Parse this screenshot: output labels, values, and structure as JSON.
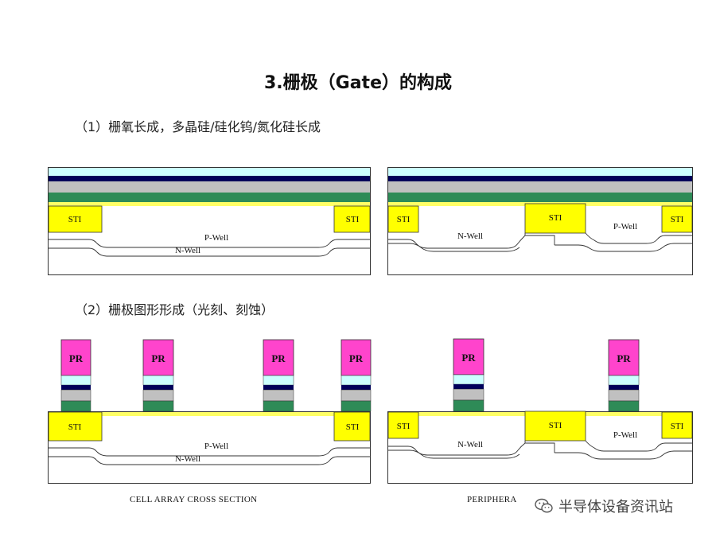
{
  "title": "3.栅极（Gate）的构成",
  "steps": [
    {
      "label": "（1）栅氧长成，多晶硅/硅化钨/氮化硅长成"
    },
    {
      "label": "（2）栅极图形形成（光刻、刻蚀）"
    }
  ],
  "labels": {
    "sti": "STI",
    "pwell": "P-Well",
    "nwell": "N-Well",
    "pr": "PR"
  },
  "captions": {
    "cell": "CELL ARRAY CROSS SECTION",
    "periph": "PERIPHERA"
  },
  "watermark": "半导体设备资讯站",
  "colors": {
    "sti": "#ffff00",
    "gate_oxide": "#ffff66",
    "poly": "#2e8b57",
    "silicide": "#c0c0c0",
    "nitride_dark": "#00005a",
    "nitride_light": "#ccffff",
    "pr": "#ff44cc",
    "border": "#333333",
    "wafer": "#ffffff"
  }
}
